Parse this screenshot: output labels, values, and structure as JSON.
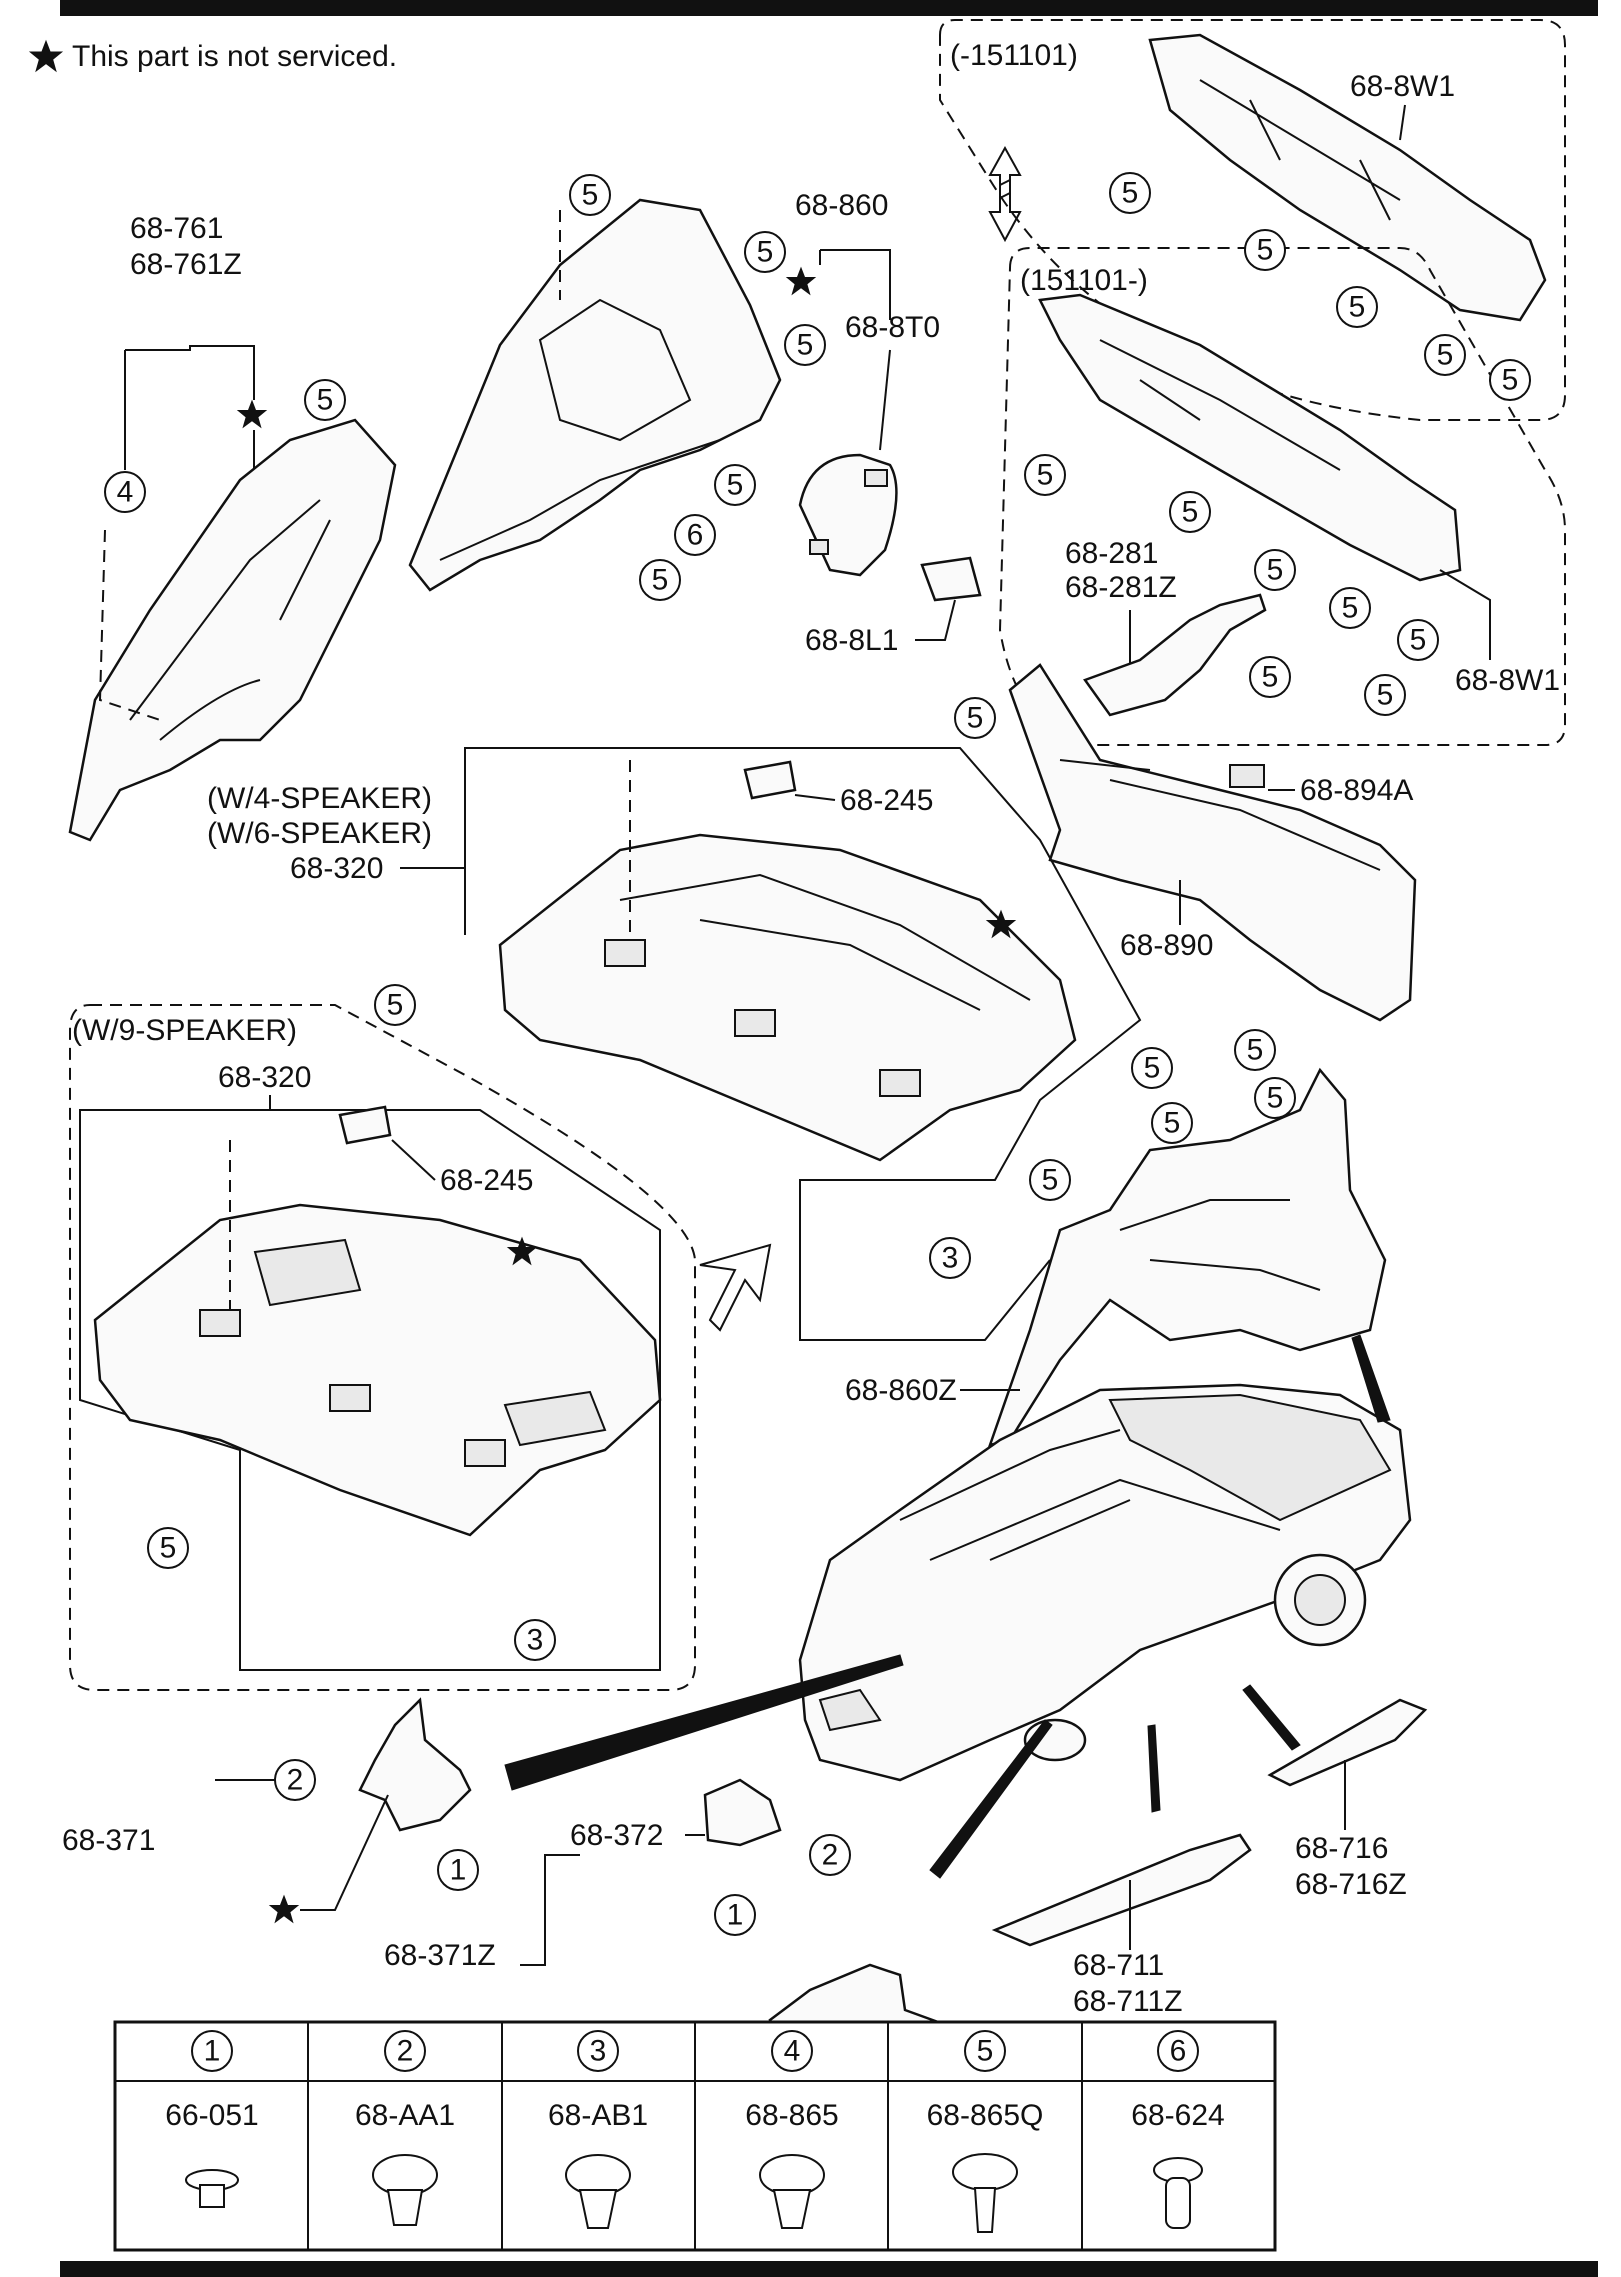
{
  "note": {
    "text": "This part is not serviced."
  },
  "labels": {
    "p68_761": "68-761",
    "p68_761z": "68-761Z",
    "p68_860": "68-860",
    "p68_8t0": "68-8T0",
    "p68_8l1": "68-8L1",
    "range_old": "(-151101)",
    "range_new": "(151101-)",
    "p68_8w1_top": "68-8W1",
    "p68_8w1_bottom": "68-8W1",
    "p68_281": "68-281",
    "p68_281z": "68-281Z",
    "p68_894a": "68-894A",
    "p68_890": "68-890",
    "w4": "(W/4-SPEAKER)",
    "w6": "(W/6-SPEAKER)",
    "p68_320_a": "68-320",
    "p68_245_a": "68-245",
    "w9": "(W/9-SPEAKER)",
    "p68_320_b": "68-320",
    "p68_245_b": "68-245",
    "p68_860z": "68-860Z",
    "p68_371": "68-371",
    "p68_371z": "68-371Z",
    "p68_372": "68-372",
    "p68_716": "68-716",
    "p68_716z": "68-716Z",
    "p68_711": "68-711",
    "p68_711z": "68-711Z"
  },
  "callout_numbers": {
    "one": "1",
    "two": "2",
    "three": "3",
    "four": "4",
    "five": "5",
    "six": "6"
  },
  "legend": {
    "columns": [
      {
        "index": "1",
        "part": "66-051"
      },
      {
        "index": "2",
        "part": "68-AA1"
      },
      {
        "index": "3",
        "part": "68-AB1"
      },
      {
        "index": "4",
        "part": "68-865"
      },
      {
        "index": "5",
        "part": "68-865Q"
      },
      {
        "index": "6",
        "part": "68-624"
      }
    ]
  },
  "icons": [
    "star-icon",
    "double-arrow-icon",
    "clip-icon",
    "car-illustration"
  ]
}
